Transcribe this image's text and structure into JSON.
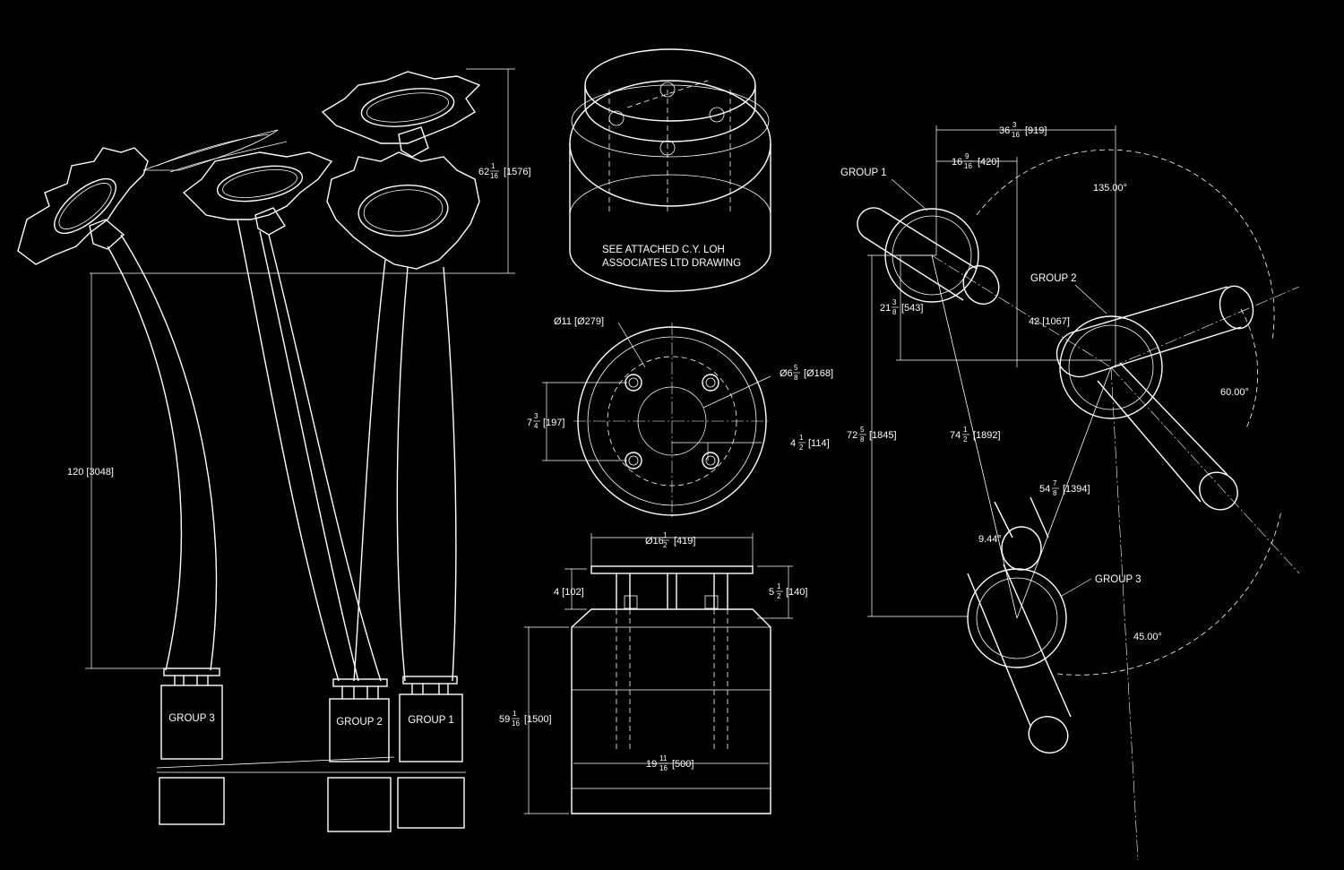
{
  "colors": {
    "background": "#000000",
    "line": "#ffffff"
  },
  "elevation_view": {
    "overall_height": {
      "main": "62",
      "num": "1",
      "den": "16",
      "metric": "[1576]"
    },
    "stem_height": "120 [3048]",
    "base_labels": [
      "GROUP 3",
      "GROUP 2",
      "GROUP 1"
    ]
  },
  "foundation_iso": {
    "note_line1": "SEE ATTACHED C.Y. LOH",
    "note_line2": "ASSOCIATES LTD DRAWING"
  },
  "foundation_plan": {
    "bolt_circle": "Ø11 [Ø279]",
    "bolt_dia": {
      "main": "Ø6",
      "num": "5",
      "den": "8",
      "metric": "[Ø168]"
    },
    "bolt_spacing": {
      "main": "7",
      "num": "3",
      "den": "4",
      "metric": "[197]"
    },
    "bolt_offset": {
      "main": "4",
      "num": "1",
      "den": "2",
      "metric": "[114]"
    }
  },
  "foundation_section": {
    "plate_dia": {
      "main": "Ø16",
      "num": "1",
      "den": "2",
      "metric": "[419]"
    },
    "plate_gap": "4 [102]",
    "plate_height": {
      "main": "5",
      "num": "1",
      "den": "2",
      "metric": "[140]"
    },
    "pile_height": {
      "main": "59",
      "num": "1",
      "den": "16",
      "metric": "[1500]"
    },
    "pile_dia": {
      "main": "19",
      "num": "11",
      "den": "16",
      "metric": "[500]"
    }
  },
  "plan_view": {
    "group1": "GROUP 1",
    "group2": "GROUP 2",
    "group3": "GROUP 3",
    "overall_width": {
      "main": "36",
      "num": "3",
      "den": "16",
      "metric": "[919]"
    },
    "offset_width": {
      "main": "16",
      "num": "9",
      "den": "16",
      "metric": "[420]"
    },
    "offset_height": {
      "main": "21",
      "num": "3",
      "den": "8",
      "metric": "[543]"
    },
    "radius_g2": "42 [1067]",
    "overall_height": {
      "main": "72",
      "num": "5",
      "den": "8",
      "metric": "[1845]"
    },
    "diag_1": {
      "main": "74",
      "num": "1",
      "den": "2",
      "metric": "[1892]"
    },
    "diag_2": {
      "main": "54",
      "num": "7",
      "den": "8",
      "metric": "[1394]"
    },
    "angle_135": "135.00°",
    "angle_60": "60.00°",
    "angle_45": "45.00°",
    "angle_944": "9.44°"
  }
}
